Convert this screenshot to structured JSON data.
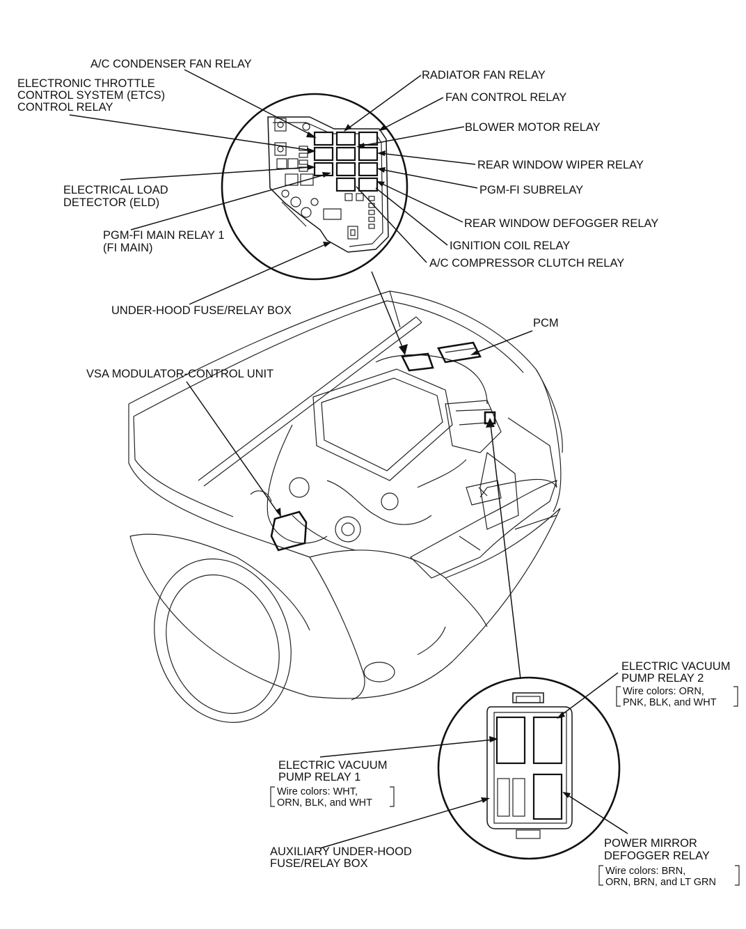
{
  "labels": {
    "ac_condenser_fan_relay": "A/C CONDENSER FAN RELAY",
    "etcs_line1": "ELECTRONIC THROTTLE",
    "etcs_line2": "CONTROL SYSTEM (ETCS)",
    "etcs_line3": "CONTROL RELAY",
    "radiator_fan_relay": "RADIATOR FAN RELAY",
    "fan_control_relay": "FAN CONTROL RELAY",
    "blower_motor_relay": "BLOWER MOTOR RELAY",
    "rear_window_wiper_relay": "REAR WINDOW WIPER RELAY",
    "pgm_fi_subrelay": "PGM-FI SUBRELAY",
    "eld_line1": "ELECTRICAL LOAD",
    "eld_line2": "DETECTOR (ELD)",
    "rear_window_defogger_relay": "REAR WINDOW DEFOGGER RELAY",
    "pgm_fi_main_line1": "PGM-FI MAIN RELAY 1",
    "pgm_fi_main_line2": "(FI MAIN)",
    "ignition_coil_relay": "IGNITION COIL RELAY",
    "ac_compressor_clutch_relay": "A/C COMPRESSOR CLUTCH RELAY",
    "under_hood_box": "UNDER-HOOD FUSE/RELAY BOX",
    "pcm": "PCM",
    "vsa_unit": "VSA MODULATOR-CONTROL UNIT",
    "evp2_line1": "ELECTRIC VACUUM",
    "evp2_line2": "PUMP RELAY 2",
    "evp2_wire1": "Wire colors: ORN,",
    "evp2_wire2": "PNK, BLK, and WHT",
    "evp1_line1": "ELECTRIC VACUUM",
    "evp1_line2": "PUMP RELAY 1",
    "evp1_wire1": "Wire colors: WHT,",
    "evp1_wire2": "ORN, BLK, and WHT",
    "aux_box_line1": "AUXILIARY UNDER-HOOD",
    "aux_box_line2": "FUSE/RELAY BOX",
    "pmd_line1": "POWER MIRROR",
    "pmd_line2": "DEFOGGER RELAY",
    "pmd_wire1": "Wire colors: BRN,",
    "pmd_wire2": "ORN, BRN, and LT GRN"
  }
}
